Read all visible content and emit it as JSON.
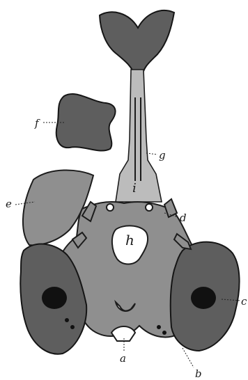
{
  "labels": {
    "a": "a",
    "b": "b",
    "c": "c",
    "d": "d",
    "e": "e",
    "f": "f",
    "g": "g",
    "h": "h",
    "i": "i"
  }
}
